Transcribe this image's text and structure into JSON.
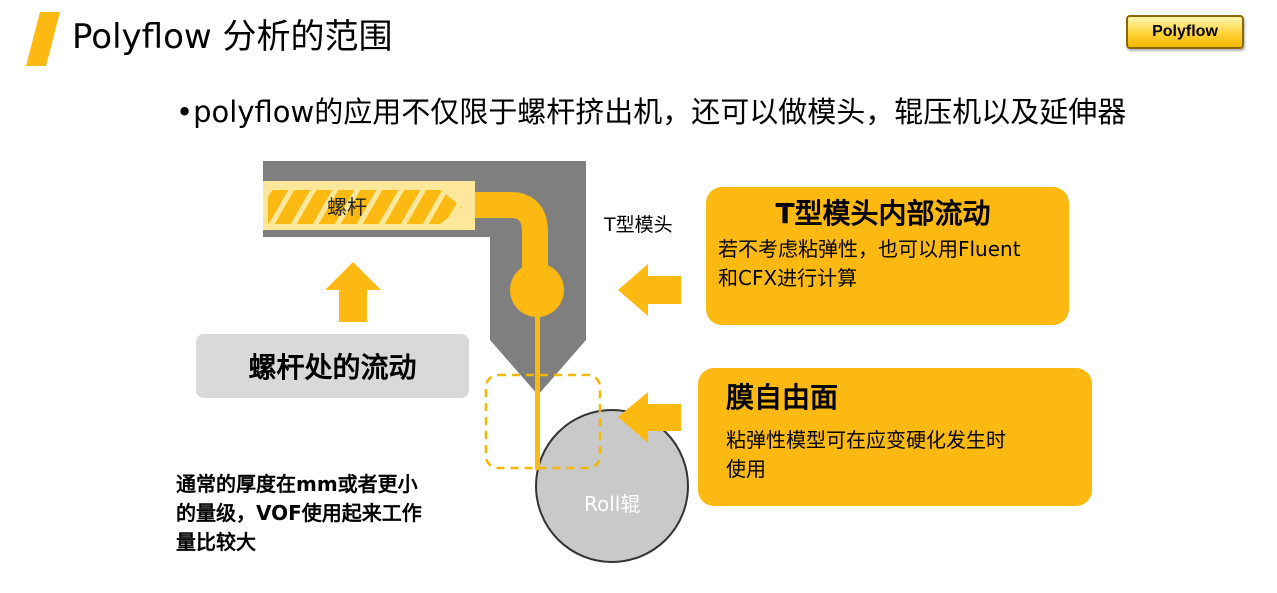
{
  "header": {
    "title": "Polyflow 分析的范围",
    "badge": "Polyflow"
  },
  "subtitle": "•polyflow的应用不仅限于螺杆挤出机，还可以做模头，辊压机以及延伸器",
  "diagram": {
    "screw_label": "螺杆",
    "tdie_label": "T型模头",
    "roll_label": "Roll辊"
  },
  "screw_flow_box": {
    "label": "螺杆处的流动"
  },
  "tdie_box": {
    "title": "T型模头内部流动",
    "lines": [
      "若不考虑粘弹性，也可以用Fluent",
      "和CFX进行计算"
    ]
  },
  "free_surface_box": {
    "title": "膜自由面",
    "lines": [
      "粘弹性模型可在应变硬化发生时",
      "使用"
    ]
  },
  "note": {
    "lines": [
      "通常的厚度在mm或者更小",
      "的量级，VOF使用起来工作",
      "量比较大"
    ]
  },
  "colors": {
    "accent": "#fbb912",
    "die_grey": "#7f7f7f",
    "roll_grey": "#c9c9c9",
    "label_box_grey": "#d9d9d9"
  }
}
